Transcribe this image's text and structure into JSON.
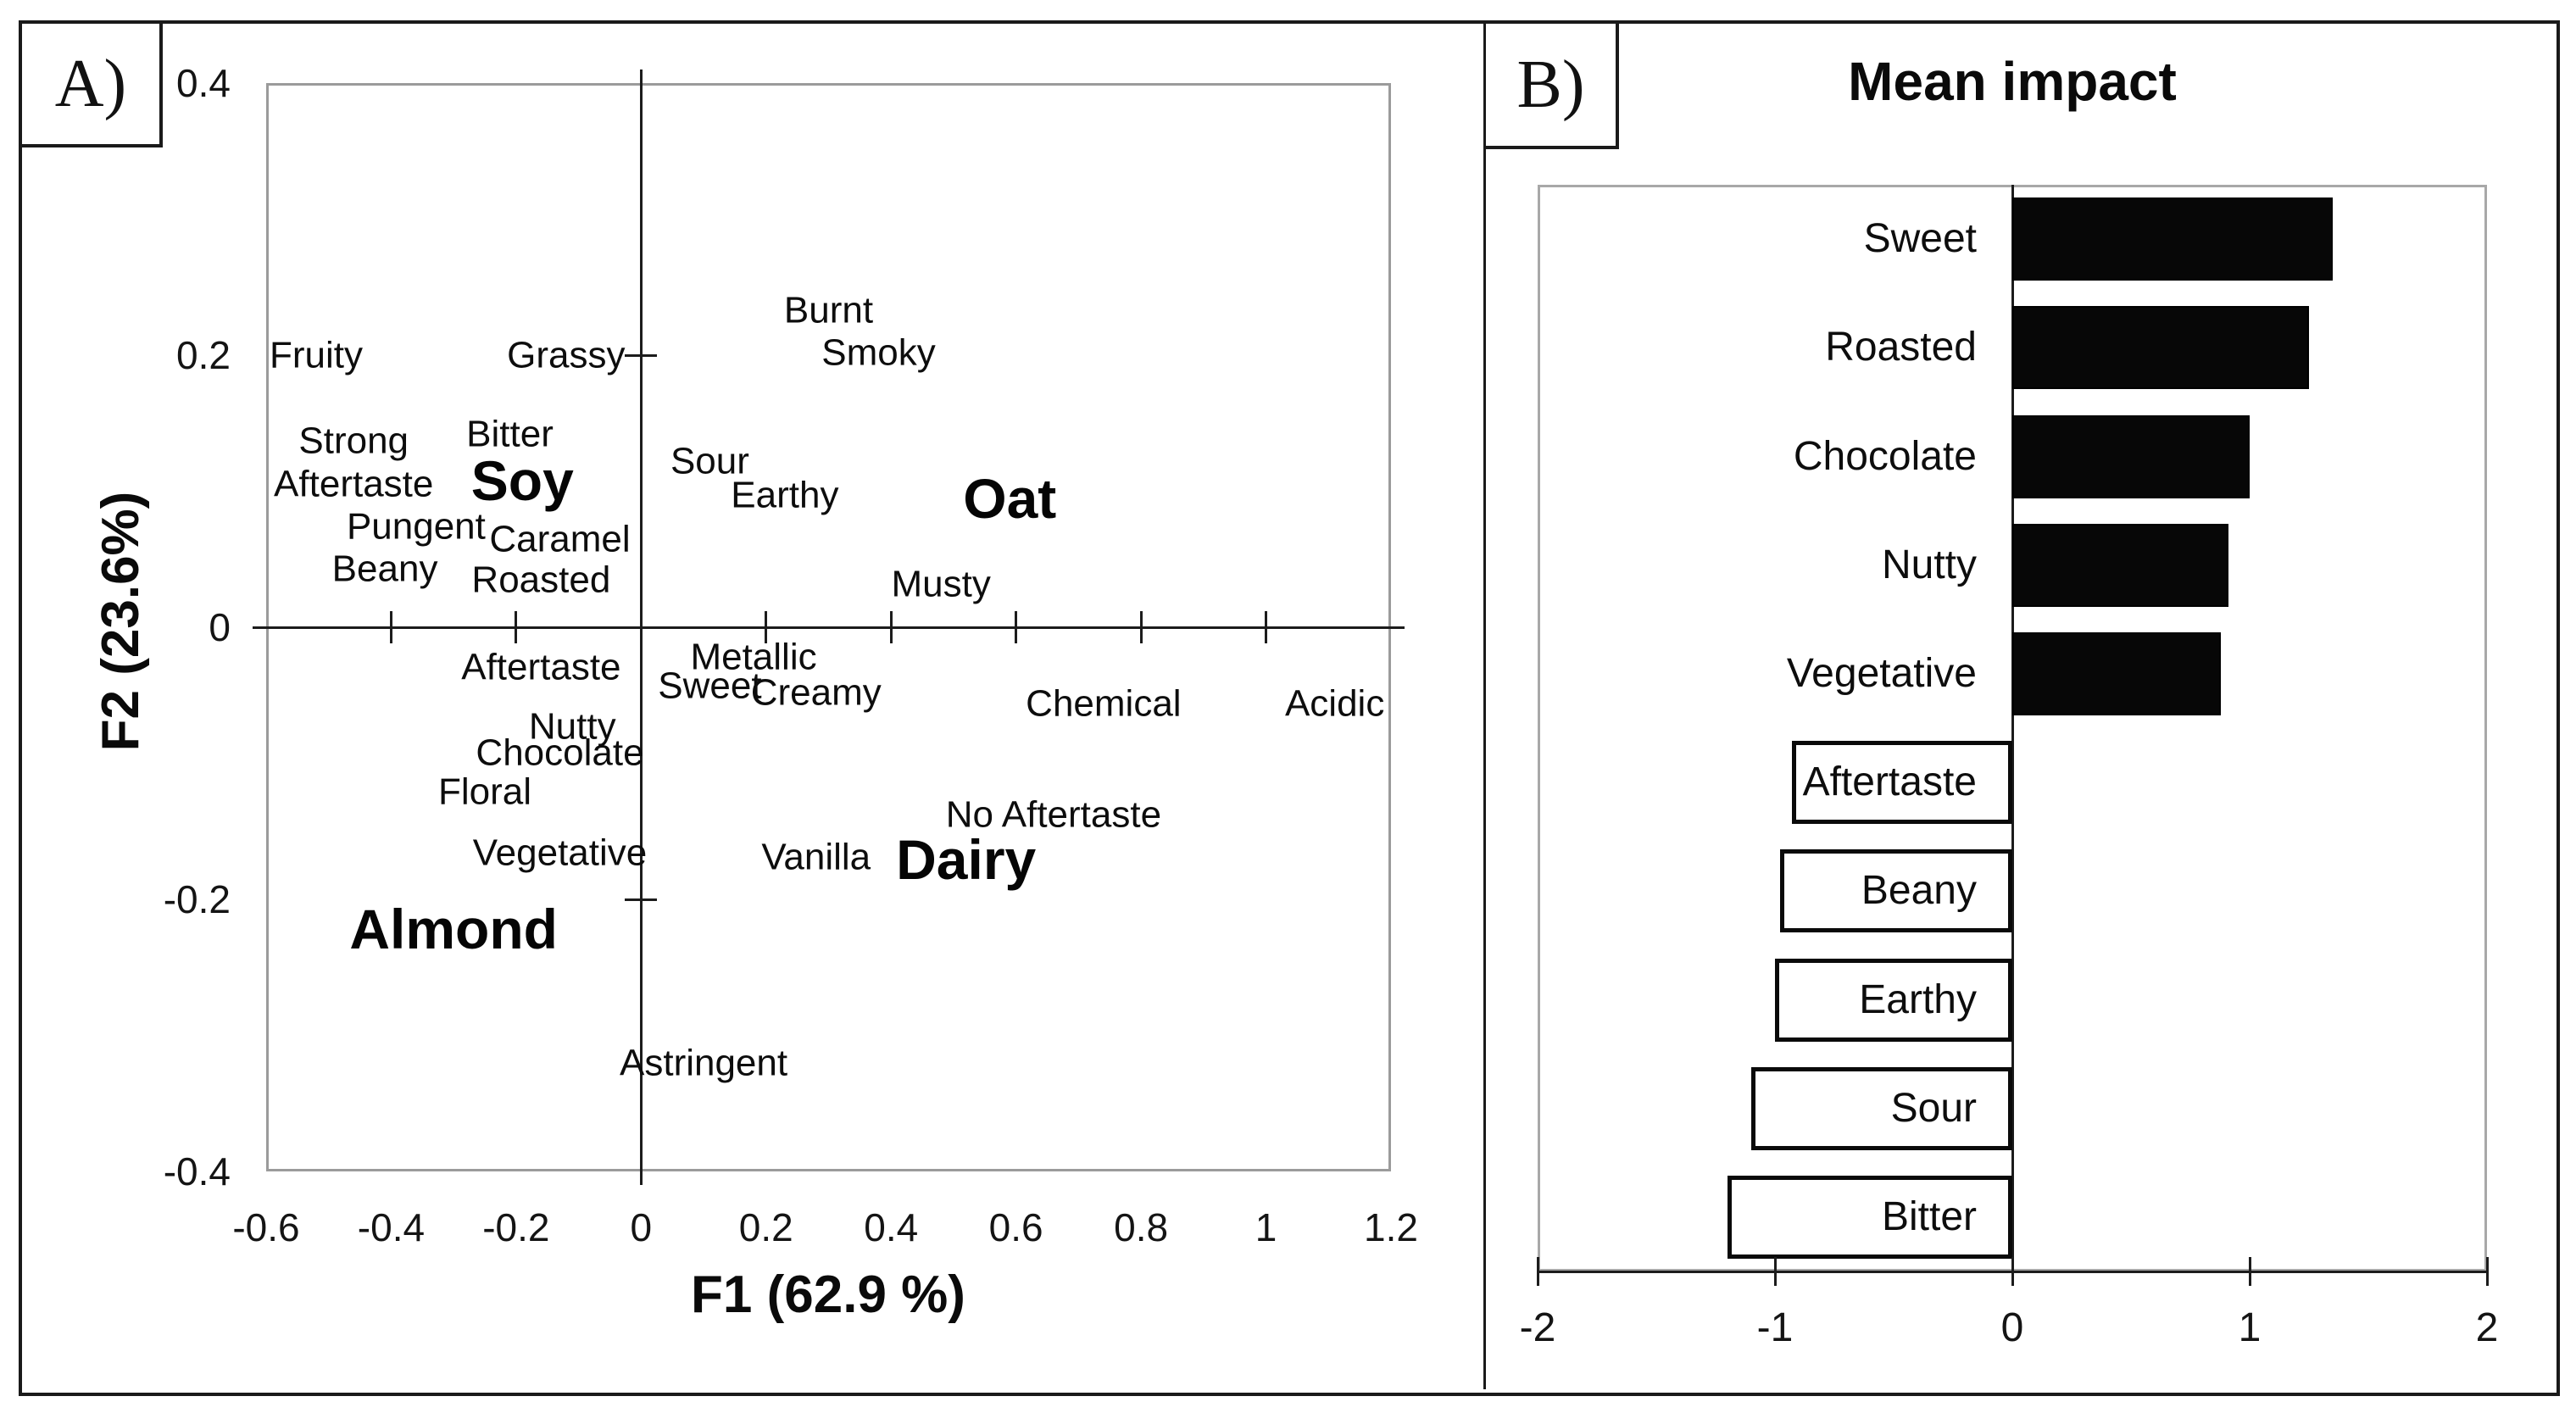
{
  "figure": {
    "panelA": {
      "tag": "A)"
    },
    "panelB": {
      "tag": "B)"
    }
  },
  "chart_data": [
    {
      "type": "scatter",
      "panel": "A",
      "xlabel": "F1 (62.9 %)",
      "ylabel": "F2 (23.6%)",
      "xlim": [
        -0.6,
        1.2
      ],
      "ylim": [
        -0.4,
        0.4
      ],
      "xticks": [
        -0.6,
        -0.4,
        -0.2,
        0,
        0.2,
        0.4,
        0.6,
        0.8,
        1,
        1.2
      ],
      "xtick_labels": [
        "-0.6",
        "-0.4",
        "-0.2",
        "0",
        "0.2",
        "0.4",
        "0.6",
        "0.8",
        "1",
        "1.2"
      ],
      "yticks": [
        0.4,
        0.2,
        0,
        -0.2,
        -0.4
      ],
      "ytick_labels": [
        "0.4",
        "0.2",
        "0",
        "-0.2",
        "-0.4"
      ],
      "grid": false,
      "attribute_points": [
        {
          "label": "Fruity",
          "x": -0.52,
          "y": 0.2
        },
        {
          "label": "Grassy",
          "x": -0.12,
          "y": 0.2
        },
        {
          "label": "Burnt",
          "x": 0.3,
          "y": 0.233
        },
        {
          "label": "Smoky",
          "x": 0.38,
          "y": 0.202
        },
        {
          "label": "Strong\nAftertaste",
          "x": -0.46,
          "y": 0.121
        },
        {
          "label": "Bitter",
          "x": -0.21,
          "y": 0.142
        },
        {
          "label": "Sour",
          "x": 0.11,
          "y": 0.122
        },
        {
          "label": "Earthy",
          "x": 0.23,
          "y": 0.097
        },
        {
          "label": "Pungent",
          "x": -0.36,
          "y": 0.074
        },
        {
          "label": "Caramel",
          "x": -0.13,
          "y": 0.065
        },
        {
          "label": "Beany",
          "x": -0.41,
          "y": 0.043
        },
        {
          "label": "Roasted",
          "x": -0.16,
          "y": 0.035
        },
        {
          "label": "Musty",
          "x": 0.48,
          "y": 0.032
        },
        {
          "label": "Aftertaste",
          "x": -0.16,
          "y": -0.029
        },
        {
          "label": "Metallic",
          "x": 0.18,
          "y": -0.022
        },
        {
          "label": "Sweet",
          "x": 0.11,
          "y": -0.043
        },
        {
          "label": "Creamy",
          "x": 0.28,
          "y": -0.048
        },
        {
          "label": "Chemical",
          "x": 0.74,
          "y": -0.056
        },
        {
          "label": "Acidic",
          "x": 1.11,
          "y": -0.056
        },
        {
          "label": "Nutty",
          "x": -0.11,
          "y": -0.073
        },
        {
          "label": "Chocolate",
          "x": -0.13,
          "y": -0.092
        },
        {
          "label": "Floral",
          "x": -0.25,
          "y": -0.121
        },
        {
          "label": "No Aftertaste",
          "x": 0.66,
          "y": -0.138
        },
        {
          "label": "Vegetative",
          "x": -0.13,
          "y": -0.166
        },
        {
          "label": "Vanilla",
          "x": 0.28,
          "y": -0.169
        },
        {
          "label": "Astringent",
          "x": 0.1,
          "y": -0.32
        }
      ],
      "product_points": [
        {
          "label": "Soy",
          "x": -0.19,
          "y": 0.108
        },
        {
          "label": "Oat",
          "x": 0.59,
          "y": 0.095
        },
        {
          "label": "Dairy",
          "x": 0.52,
          "y": -0.171
        },
        {
          "label": "Almond",
          "x": -0.3,
          "y": -0.222
        }
      ]
    },
    {
      "type": "bar",
      "panel": "B",
      "title": "Mean impact",
      "orientation": "horizontal",
      "xlim": [
        -2,
        2
      ],
      "xticks": [
        -2,
        -1,
        0,
        1,
        2
      ],
      "xtick_labels": [
        "-2",
        "-1",
        "0",
        "1",
        "2"
      ],
      "categories": [
        "Sweet",
        "Roasted",
        "Chocolate",
        "Nutty",
        "Vegetative",
        "Aftertaste",
        "Beany",
        "Earthy",
        "Sour",
        "Bitter"
      ],
      "values": [
        1.35,
        1.25,
        1.0,
        0.91,
        0.88,
        -0.93,
        -0.98,
        -1.0,
        -1.1,
        -1.2
      ],
      "bar_styles": [
        "black",
        "black",
        "black",
        "black",
        "black",
        "white",
        "white",
        "white",
        "white",
        "white"
      ],
      "legend": null
    }
  ]
}
